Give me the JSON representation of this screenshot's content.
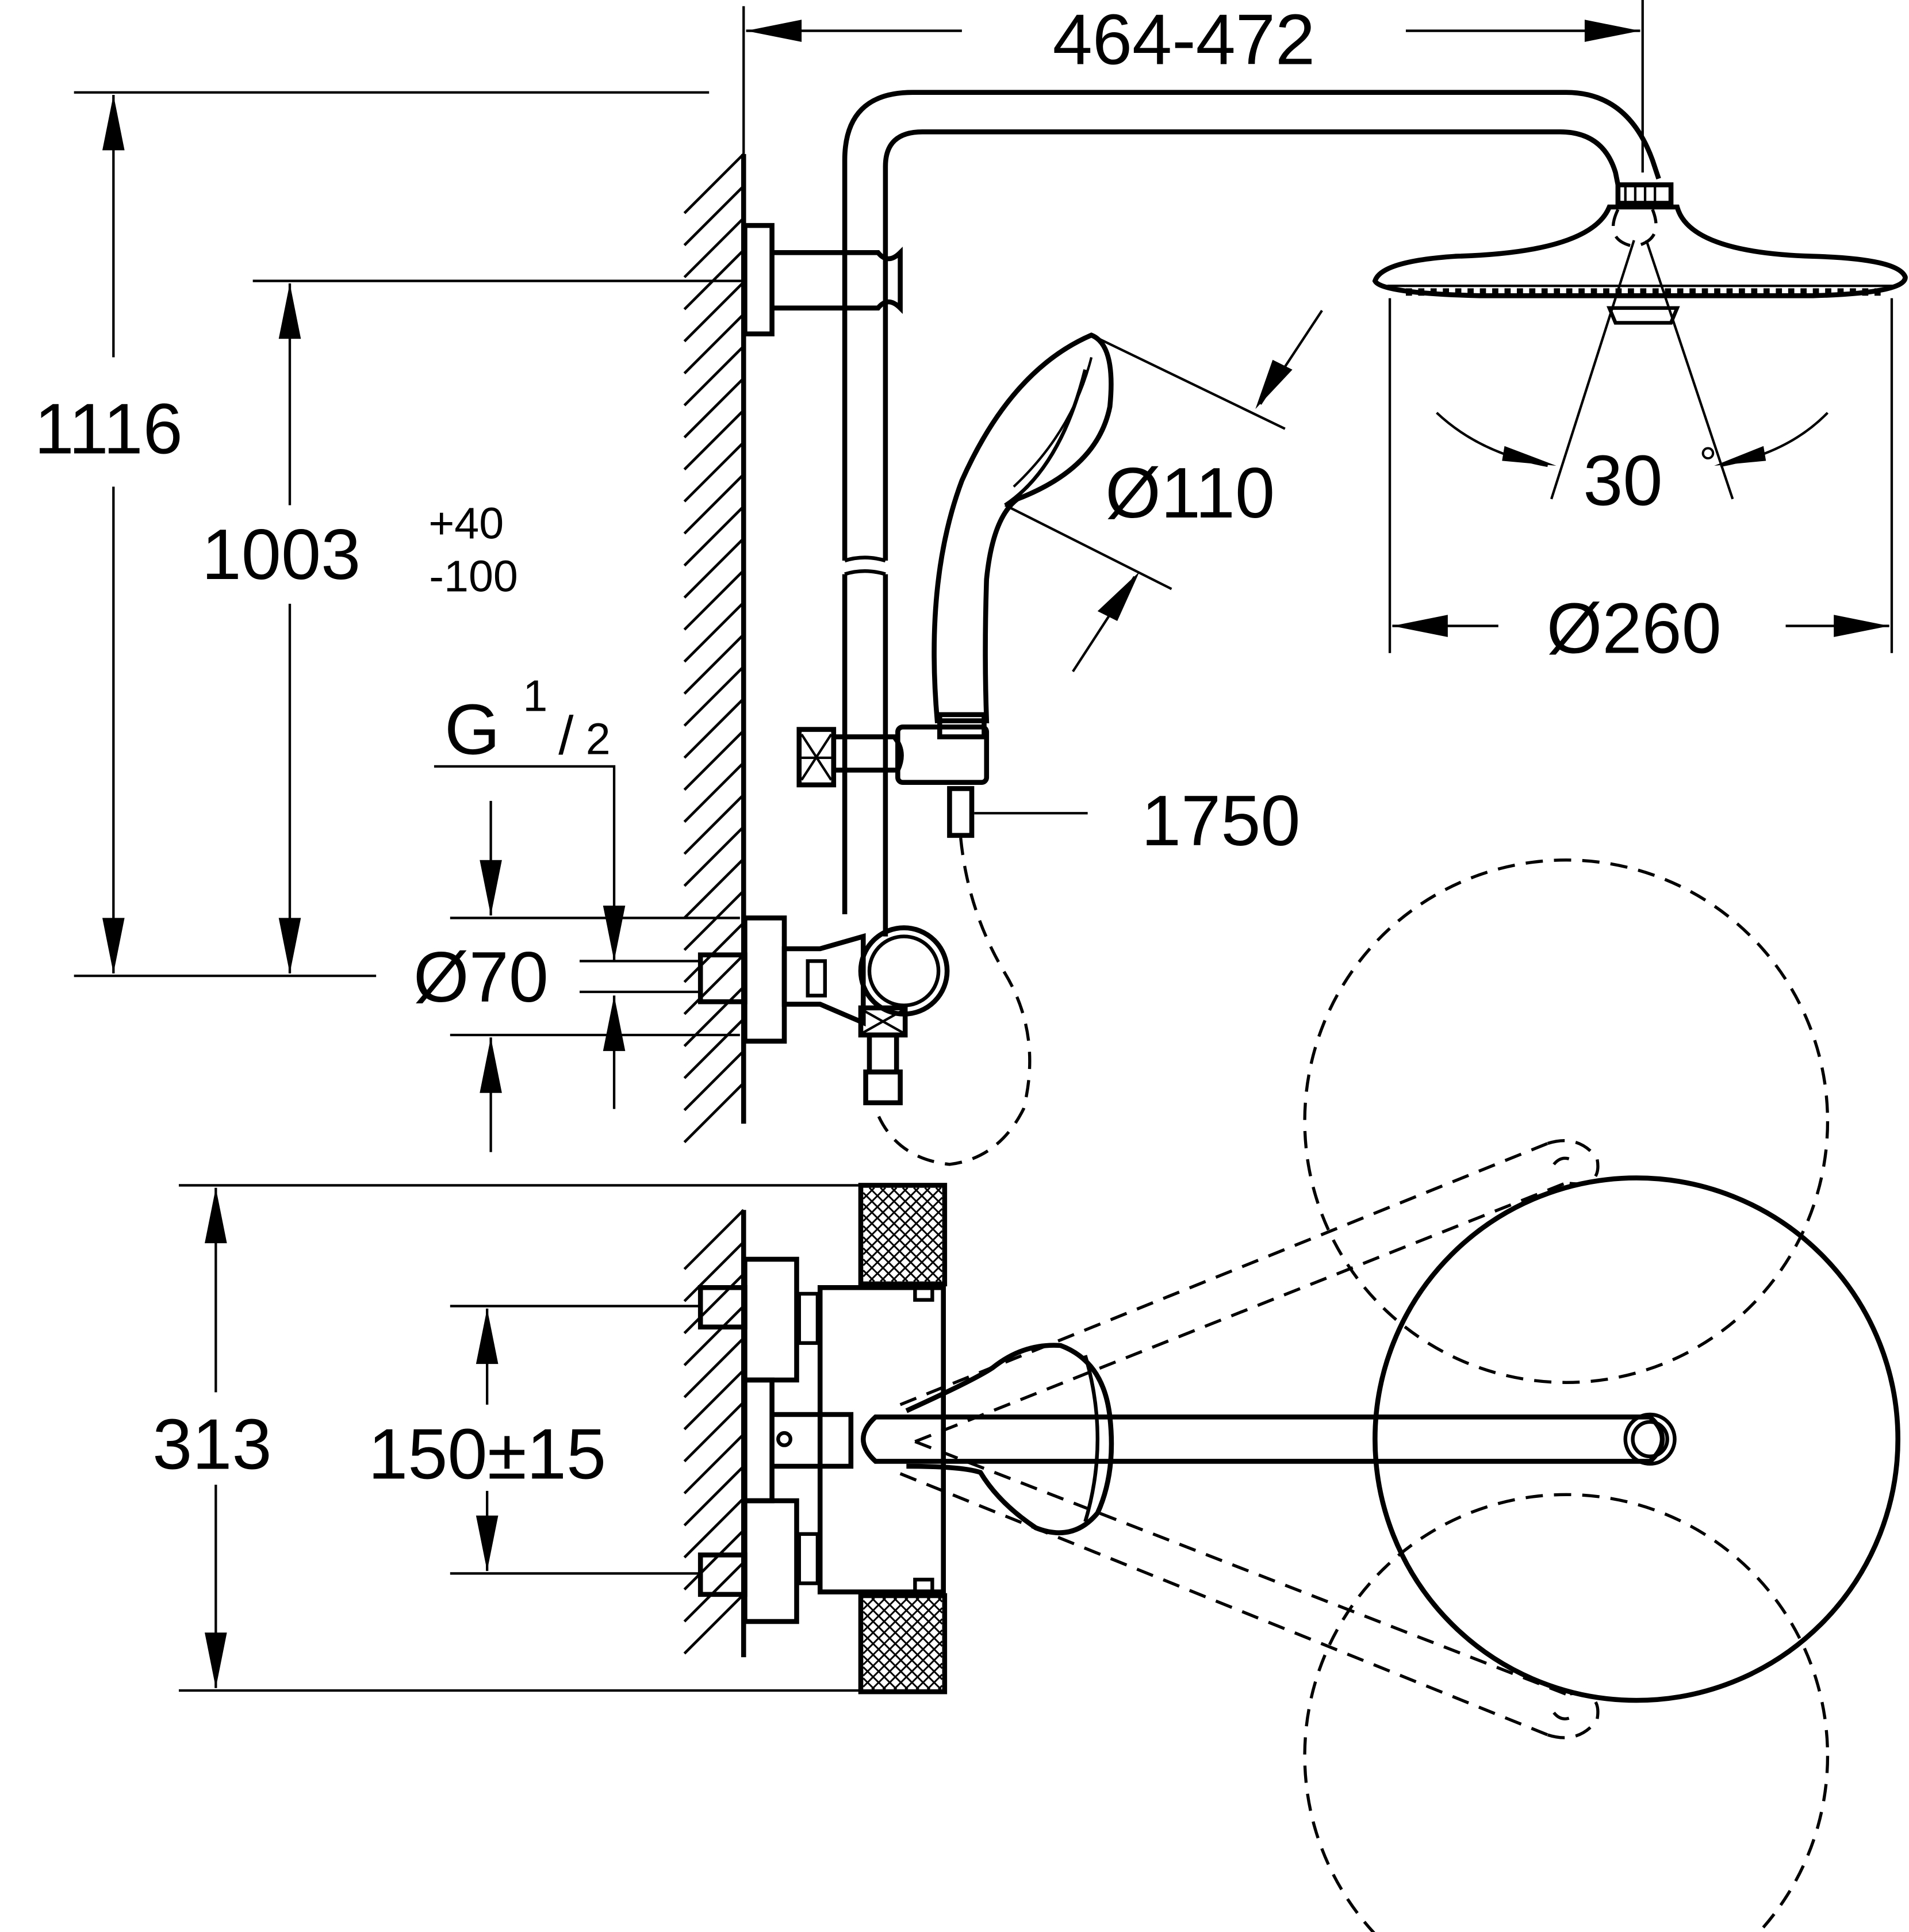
{
  "dimensions": {
    "head_reach": "464-472",
    "total_height": "1116",
    "rail_height": "1003",
    "rail_tol_plus": "+40",
    "rail_tol_minus": "-100",
    "thread_letter": "G",
    "thread_num": "1",
    "thread_den": "2",
    "flange_dia": "Ø70",
    "handshower_dia": "Ø110",
    "hose_length": "1750",
    "spray_angle": "30",
    "spray_angle_unit": "°",
    "head_dia": "Ø260",
    "depth": "313",
    "inlet_spacing": "150±15"
  }
}
